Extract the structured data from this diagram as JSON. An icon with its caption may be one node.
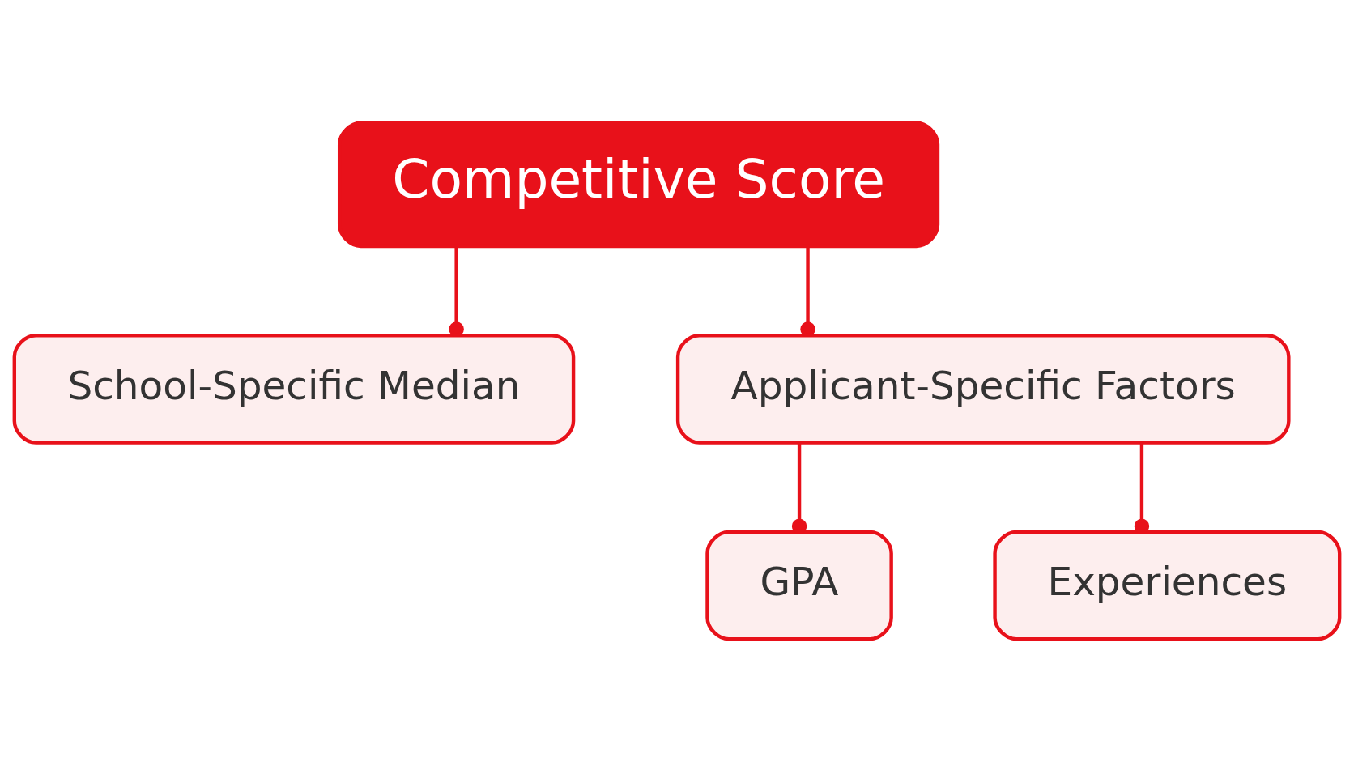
{
  "diagram": {
    "nodes": [
      {
        "text": [
          "Competitive Score"
        ]
      },
      {
        "text": [
          "School-Specific Median"
        ]
      },
      {
        "text": [
          "Applicant-Specific Factors"
        ]
      },
      {
        "text": [
          "GPA"
        ]
      },
      {
        "text": [
          "Experiences"
        ]
      }
    ],
    "edges": [
      {
        "from": 0,
        "to": 1,
        "arrow": "other"
      },
      {
        "from": 0,
        "to": 2,
        "arrow": "other"
      },
      {
        "from": 2,
        "to": 3,
        "arrow": "other"
      },
      {
        "from": 2,
        "to": 4,
        "arrow": "other"
      }
    ]
  }
}
